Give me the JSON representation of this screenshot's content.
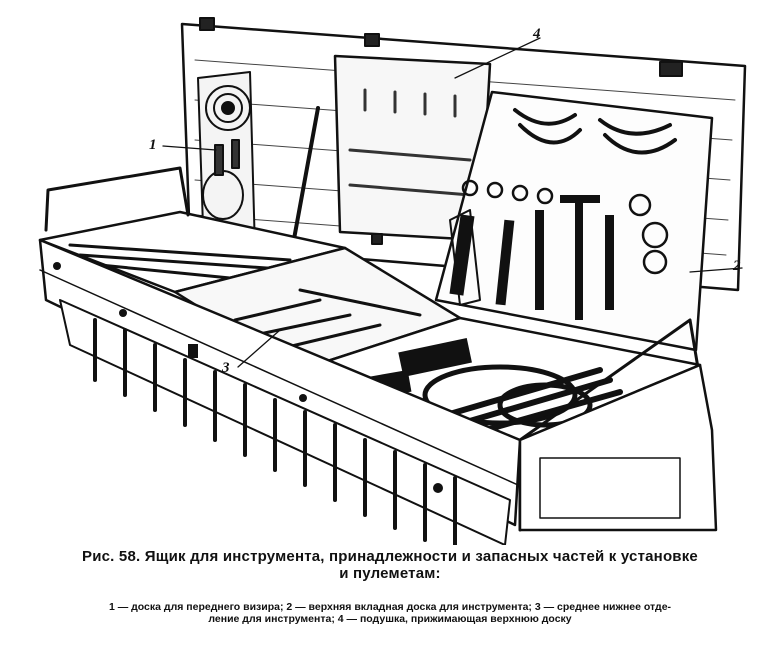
{
  "figure": {
    "callouts": [
      "1",
      "2",
      "3",
      "4"
    ]
  },
  "caption": {
    "line1": "Рис. 58. Ящик для  инструмента, принадлежности и запасных частей  к  установке",
    "line2": "и пулеметам:"
  },
  "legend": {
    "line1": "1 — доска для переднего визира; 2 — верхняя вкладная доска для инструмента; 3 — среднее нижнее отде-",
    "line2": "ление для инструмента;  4 — подушка, прижимающая верхнюю доску"
  }
}
